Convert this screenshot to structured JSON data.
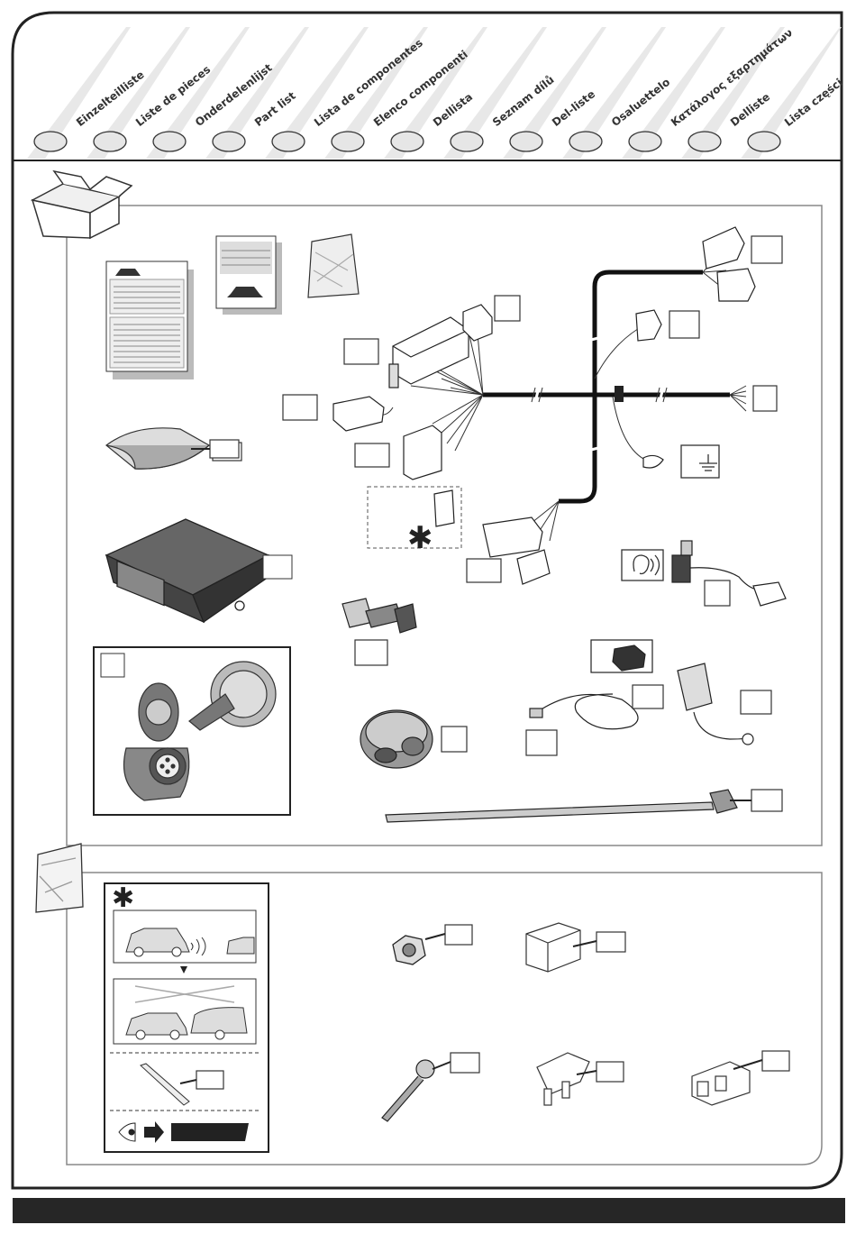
{
  "header": {
    "languages": [
      "Einzelteilliste",
      "Liste de pieces",
      "Onderdelenlijst",
      "Part list",
      "Lista de componentes",
      "Elenco componenti",
      "Dellista",
      "Seznam dílů",
      "Del-liste",
      "Osaluettelo",
      "Κατάλογος εξαρτημάτων",
      "Delliste",
      "Lista części"
    ]
  },
  "symbols": {
    "optional_marker": "✱"
  },
  "icons": {
    "box": "box-icon",
    "bag": "bag-icon",
    "ear": "ear-icon",
    "ground": "ground-icon",
    "eye": "eye-icon",
    "arrow": "arrow-right-icon"
  },
  "colors": {
    "frame": "#333333",
    "panel_border": "#888888",
    "callout": "#ffffff",
    "bottom_bar": "#262626",
    "circle_fill": "#e6e6e6"
  }
}
